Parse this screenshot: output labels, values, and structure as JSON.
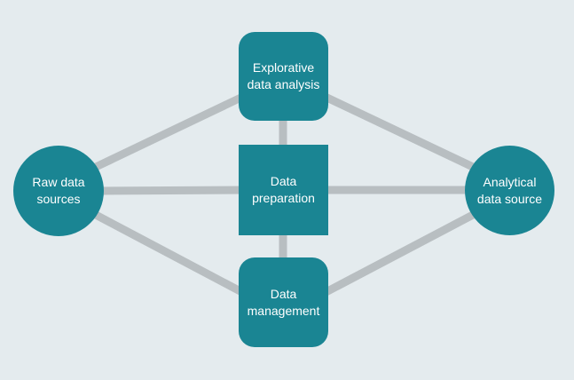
{
  "diagram": {
    "nodes": {
      "raw": {
        "label": "Raw data\nsources",
        "shape": "circle"
      },
      "explore": {
        "label": "Explorative\ndata analysis",
        "shape": "rounded-square"
      },
      "prep": {
        "label": "Data\npreparation",
        "shape": "square"
      },
      "manage": {
        "label": "Data\nmanagement",
        "shape": "rounded-square"
      },
      "analytical": {
        "label": "Analytical\ndata source",
        "shape": "circle"
      }
    },
    "edges": [
      {
        "from": "raw",
        "to": "explore"
      },
      {
        "from": "raw",
        "to": "prep"
      },
      {
        "from": "raw",
        "to": "manage"
      },
      {
        "from": "explore",
        "to": "prep"
      },
      {
        "from": "prep",
        "to": "manage"
      },
      {
        "from": "explore",
        "to": "analytical"
      },
      {
        "from": "prep",
        "to": "analytical"
      },
      {
        "from": "manage",
        "to": "analytical"
      }
    ],
    "colors": {
      "background": "#e4ebee",
      "node_fill": "#1a8593",
      "connector": "#b8bec1",
      "text": "#ffffff"
    }
  }
}
